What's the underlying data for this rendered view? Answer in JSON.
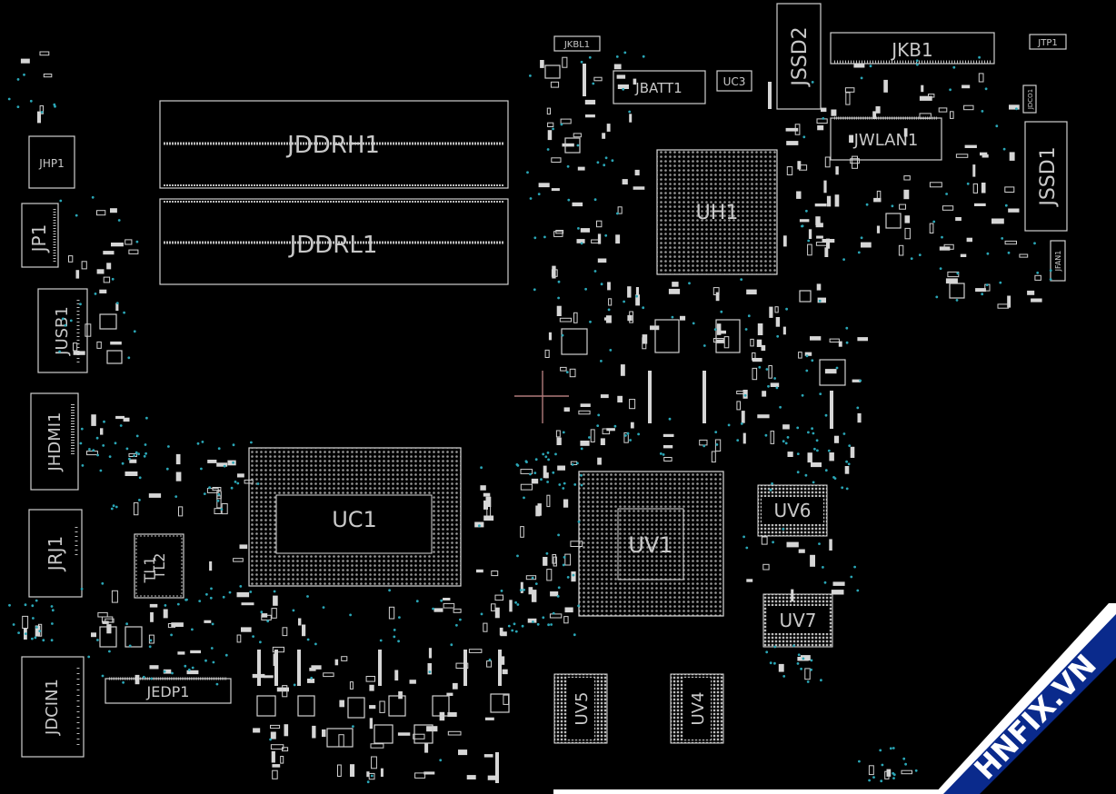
{
  "board": {
    "components": {
      "jddrh1": "JDDRH1",
      "jddrl1": "JDDRL1",
      "jhp1": "JHP1",
      "jp1": "JP1",
      "jusb1": "JUSB1",
      "jhdmi1": "JHDMI1",
      "jrj1": "JRJ1",
      "jdcin1": "JDCIN1",
      "jedp1": "JEDP1",
      "tl1": "TL1",
      "tl2": "TL2",
      "uc1": "UC1",
      "uv1": "UV1",
      "uv4": "UV4",
      "uv5": "UV5",
      "uv6": "UV6",
      "uv7": "UV7",
      "uh1": "UH1",
      "jkbl1": "JKBL1",
      "jbatt1": "JBATT1",
      "uc3": "UC3",
      "jssd2": "JSSD2",
      "jkb1": "JKB1",
      "jtp1": "JTP1",
      "jwlan1": "JWLAN1",
      "jssd1": "JSSD1",
      "jfan1": "JFAN1",
      "jdcfan": "JDCO1"
    }
  },
  "watermark": {
    "text": "HNFIX.VN",
    "band_color": "#0a2a8c",
    "text_color": "#ffffff",
    "accent_color": "#e8332a"
  },
  "colors": {
    "background": "#000000",
    "outline": "#cfcfcf",
    "via": "#2aa6b6"
  }
}
